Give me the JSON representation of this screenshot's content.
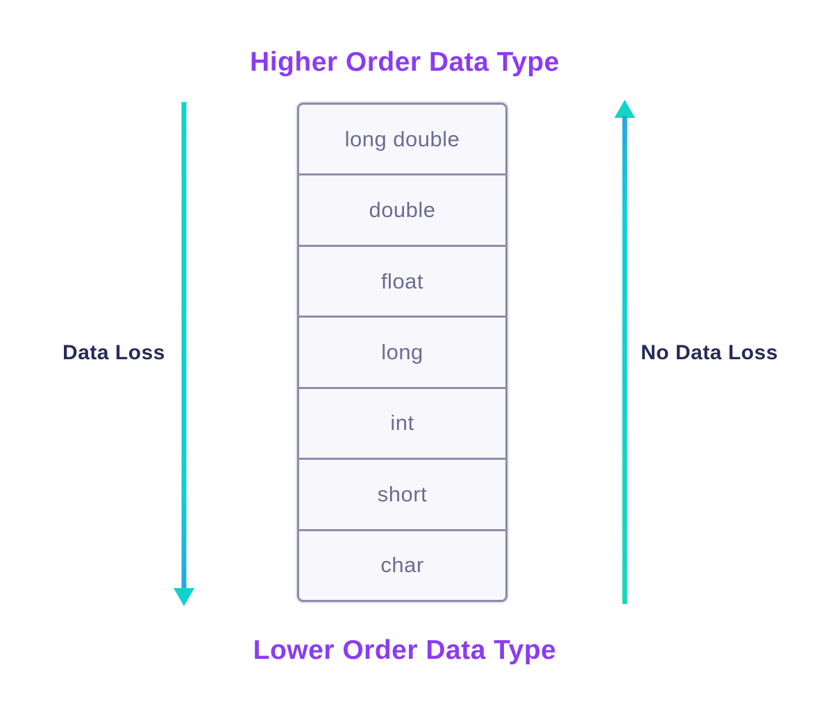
{
  "diagram": {
    "top_title": "Higher Order Data Type",
    "bottom_title": "Lower Order Data Type",
    "left_arrow": {
      "label": "Data Loss",
      "direction": "down"
    },
    "right_arrow": {
      "label": "No Data Loss",
      "direction": "up"
    },
    "stack": {
      "items": [
        "long double",
        "double",
        "float",
        "long",
        "int",
        "short",
        "char"
      ]
    },
    "colors": {
      "title_purple": "#8B3BF2",
      "label_navy": "#272C58",
      "cell_text": "#6C6C95",
      "cell_border": "#8C8CAD",
      "cell_background": "#F8F8FC",
      "arrow_teal": "#10D4CA",
      "arrow_teal_tail": "#16D6BC",
      "arrow_blue_tip": "#27A7E2"
    }
  }
}
